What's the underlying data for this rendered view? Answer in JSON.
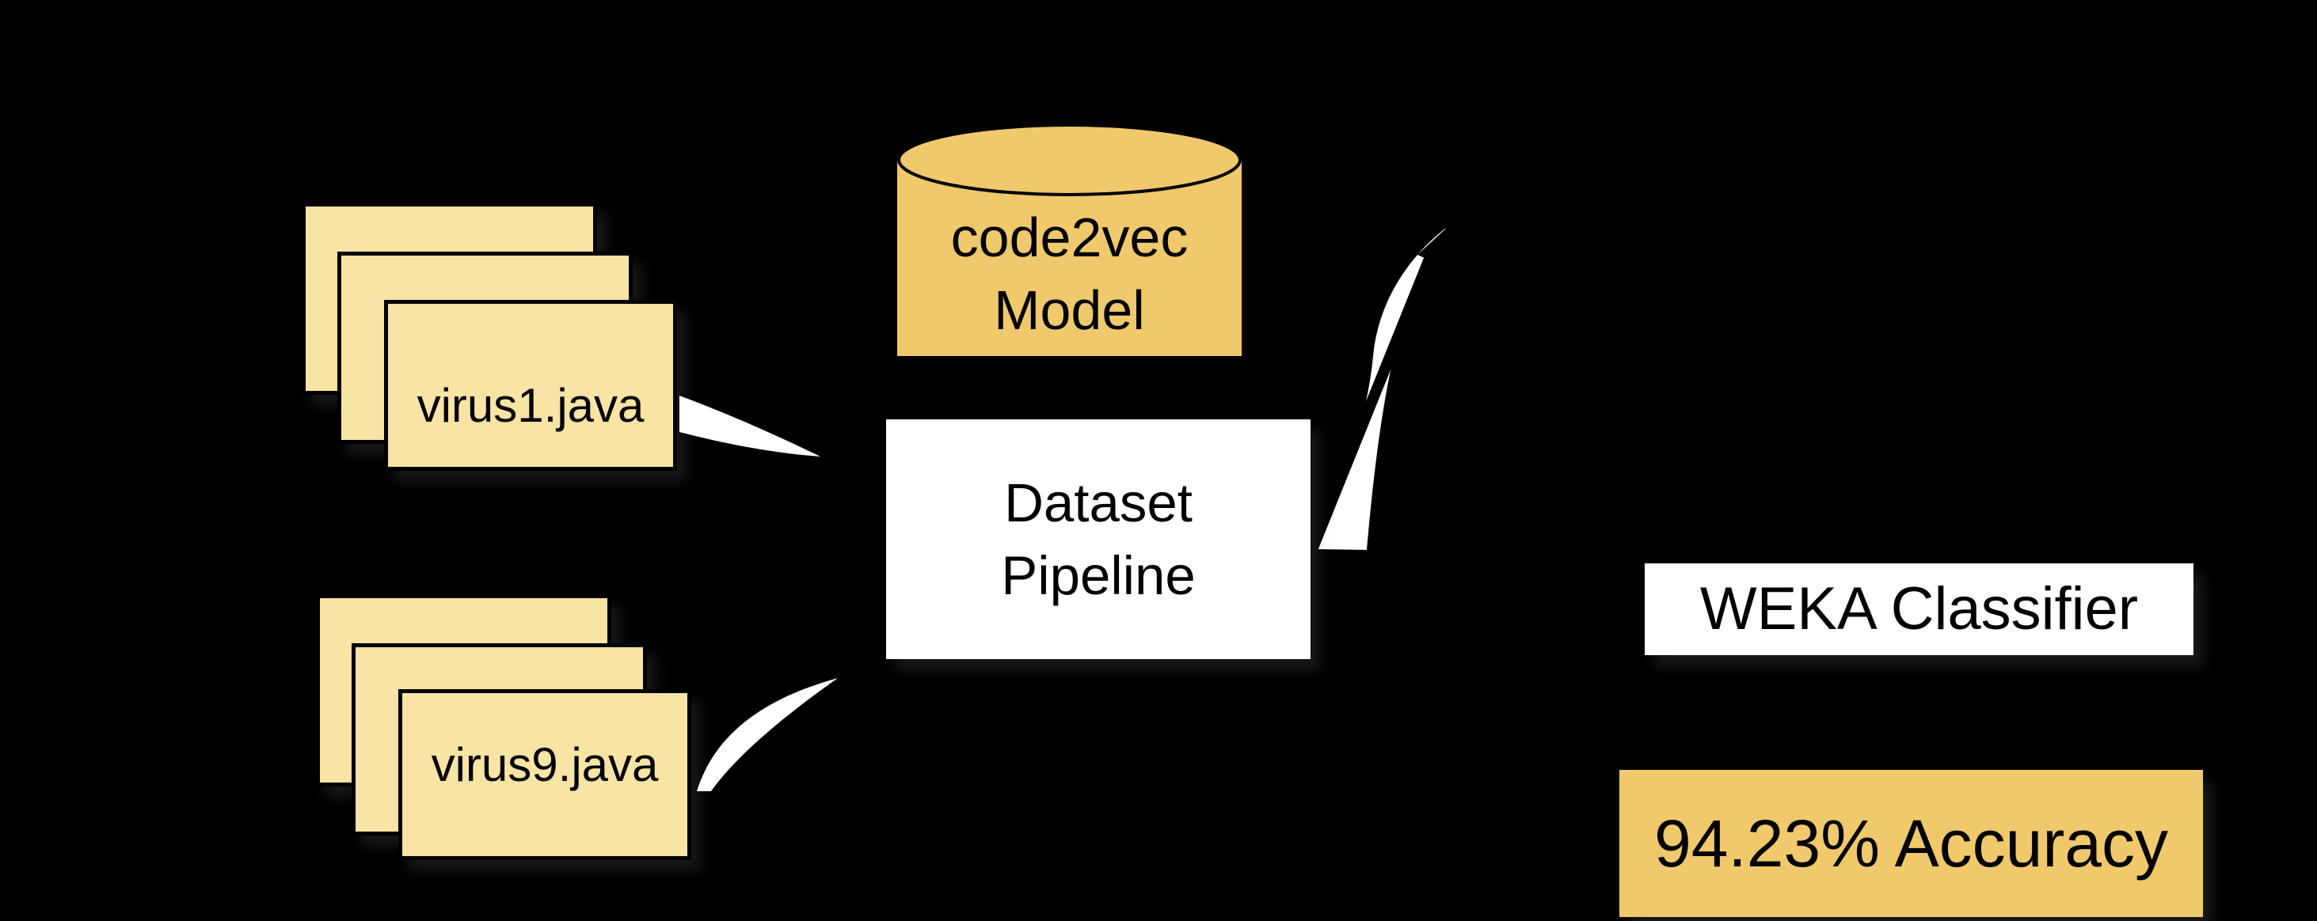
{
  "diagram": {
    "background_color": "#000000",
    "colors": {
      "file_card_fill": "#F8E4A4",
      "gold_fill": "#EFC96B",
      "white_box_fill": "#FFFFFF",
      "text_color": "#000000",
      "outline_color": "#000000",
      "arrow_fill": "#FFFFFF"
    },
    "nodes": {
      "virus_files_top": {
        "label": "virus1.java",
        "shape": "stacked-file-cards"
      },
      "virus_files_bottom": {
        "label": "virus9.java",
        "shape": "stacked-file-cards"
      },
      "code2vec_model": {
        "line1": "code2vec",
        "line2": "Model",
        "shape": "database-cylinder"
      },
      "dataset_pipeline": {
        "line1": "Dataset",
        "line2": "Pipeline",
        "shape": "rectangle"
      },
      "weka_classifier": {
        "label": "WEKA Classifier",
        "shape": "rectangle"
      },
      "accuracy_result": {
        "label": "94.23% Accuracy",
        "shape": "rectangle"
      }
    },
    "arrows": [
      {
        "name": "files-top-to-pipeline",
        "style": "white-swoosh"
      },
      {
        "name": "files-bottom-to-pipeline",
        "style": "white-swoosh"
      },
      {
        "name": "pipeline-output-up-right",
        "style": "white-swoosh-crossed-by-black-arrow"
      }
    ]
  }
}
